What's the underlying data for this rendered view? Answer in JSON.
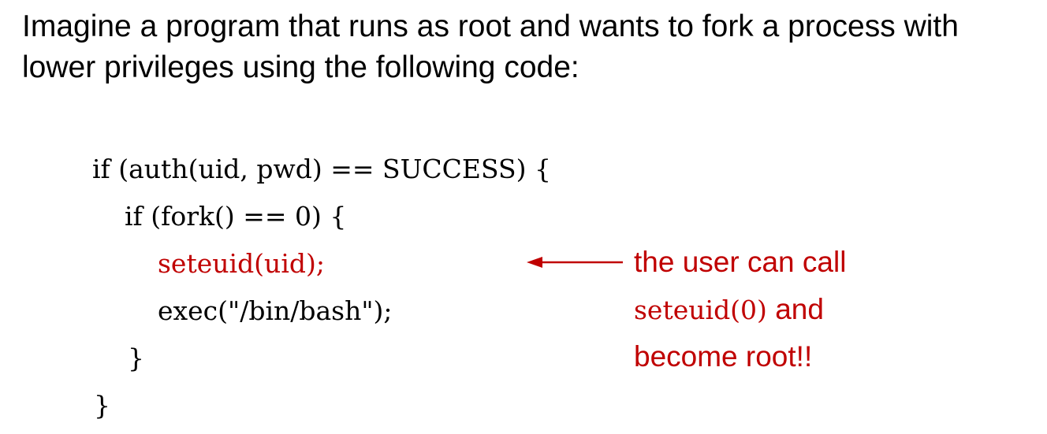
{
  "intro": {
    "line1": "Imagine a program that runs as root and wants to fork a process with",
    "line2": "lower privileges using the following code:"
  },
  "code": {
    "lines": [
      "if (auth(uid, pwd) == SUCCESS) {",
      "if (fork() == 0) {",
      "seteuid(uid);",
      "exec(\"/bin/bash\");",
      "}",
      "}"
    ]
  },
  "annotation": {
    "line1": "the user can call",
    "line2_code": "seteuid(0)",
    "line2_text": " and",
    "line3": "become root!!"
  },
  "colors": {
    "highlight": "#c00000",
    "text": "#000000"
  }
}
